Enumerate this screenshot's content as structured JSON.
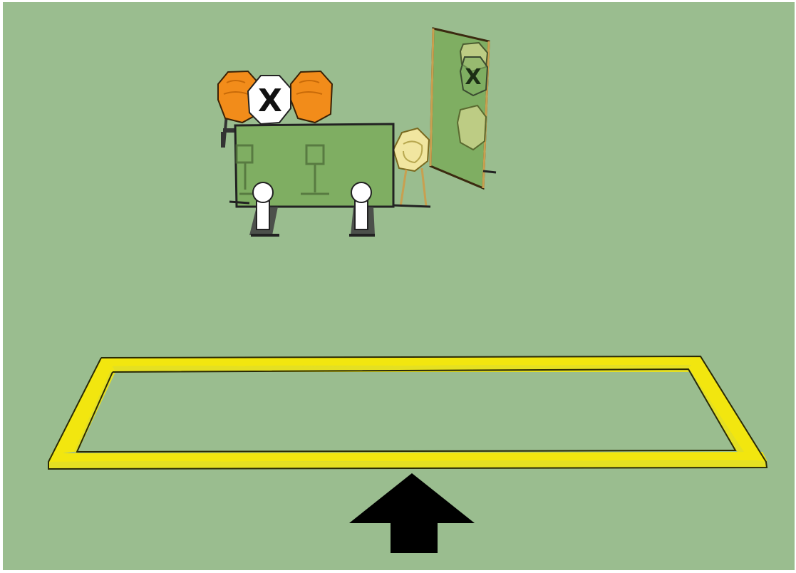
{
  "scene": {
    "colors": {
      "ground": "#9abd8f",
      "border": "#ffffff",
      "shooting_box": "#f2e60f",
      "shooting_box_edge": "#2a2a05",
      "arrow": "#000000",
      "steel_plate_orange": "#f28c1a",
      "no_shoot_plate": "#ffffff",
      "barricade_glass": "#7fae62",
      "paper_target": "#f1e6a0",
      "popper": "#ffffff"
    },
    "no_shoot_plate": {
      "label": "X"
    },
    "mirror_no_shoot": {
      "label": "X"
    },
    "objects": [
      {
        "name": "steel-plate-orange-left",
        "kind": "steel plate"
      },
      {
        "name": "no-shoot-plate",
        "kind": "no-shoot steel plate"
      },
      {
        "name": "steel-plate-orange-right",
        "kind": "steel plate"
      },
      {
        "name": "barricade-panel",
        "kind": "see-through barricade"
      },
      {
        "name": "paper-target",
        "kind": "paper target"
      },
      {
        "name": "popper-left",
        "kind": "popper"
      },
      {
        "name": "popper-right",
        "kind": "popper"
      },
      {
        "name": "side-panel",
        "kind": "reflective panel"
      },
      {
        "name": "shooting-box",
        "kind": "shooting box"
      },
      {
        "name": "direction-arrow",
        "kind": "direction of fire"
      }
    ]
  }
}
